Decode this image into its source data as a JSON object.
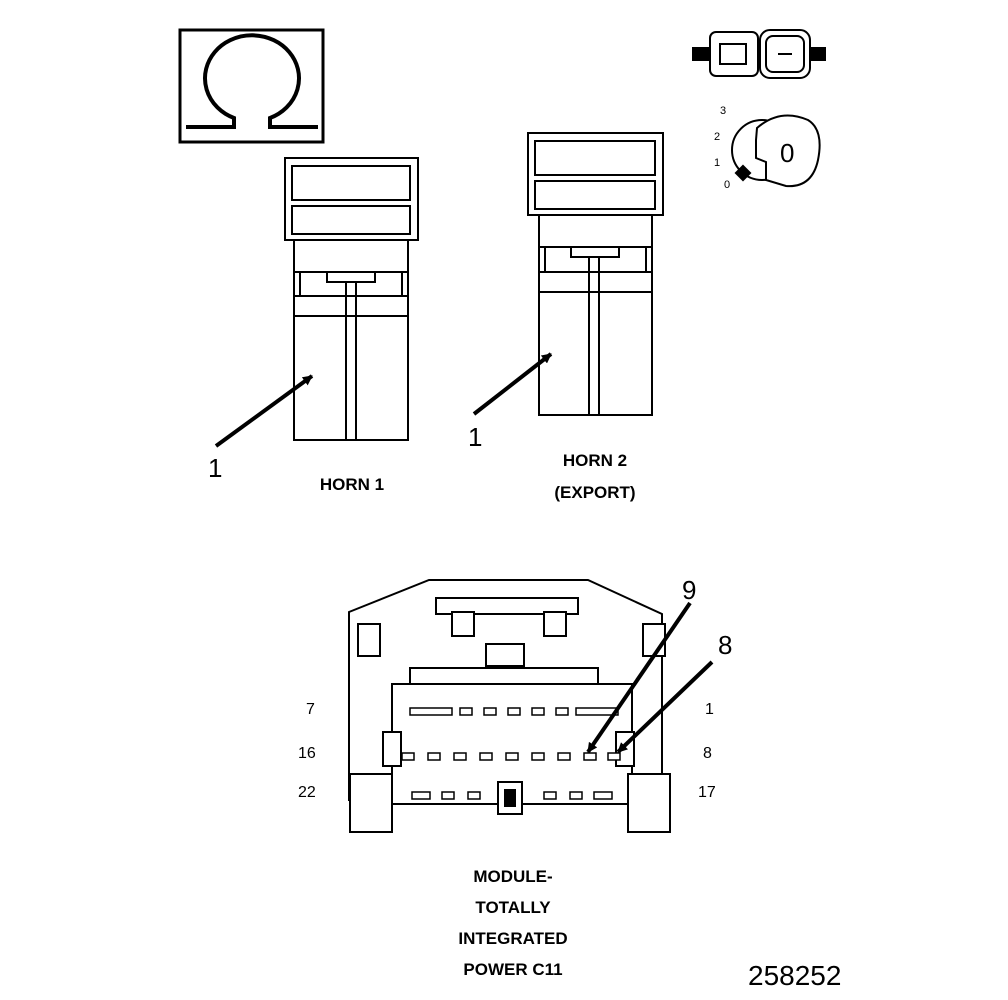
{
  "horn_connectors": {
    "horn1": {
      "caption": "HORN 1",
      "callout": "1"
    },
    "horn2": {
      "caption_line1": "HORN 2",
      "caption_line2": "(EXPORT)",
      "callout": "1"
    }
  },
  "ignition_switch_icon": {
    "positions": [
      "3",
      "2",
      "1",
      "0"
    ],
    "key_glyph": "0"
  },
  "module_connector": {
    "callouts": [
      "9",
      "8"
    ],
    "row_labels_left": [
      "7",
      "16",
      "22"
    ],
    "row_labels_right": [
      "1",
      "8",
      "17"
    ],
    "caption_lines": [
      "MODULE-",
      "TOTALLY",
      "INTEGRATED",
      "POWER C11"
    ]
  },
  "figure_id": "258252",
  "colors": {
    "ink": "#000000",
    "paper": "#ffffff"
  }
}
